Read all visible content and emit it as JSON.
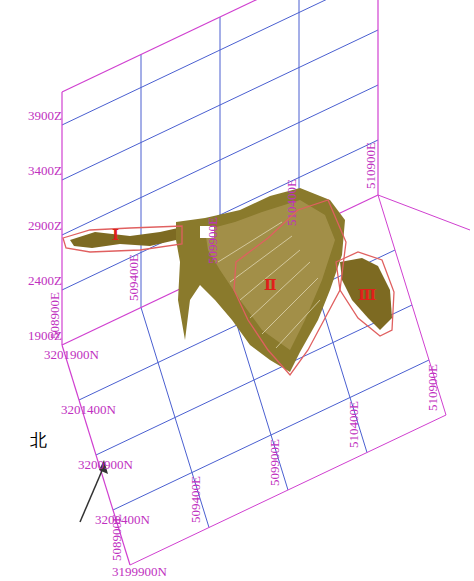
{
  "diagram": {
    "nodes": [
      {
        "text": [
          "Ⅰ"
        ]
      },
      {
        "text": [
          "Ⅱ"
        ]
      },
      {
        "text": [
          "Ⅲ"
        ]
      }
    ],
    "labels": [
      "3900Z",
      "3400Z",
      "2900Z",
      "2400Z",
      "1900Z",
      "508900E",
      "509400E",
      "509900E",
      "510400E",
      "510900E",
      "3201900N",
      "3201400N",
      "3200900N",
      "3200400N",
      "3199900N",
      "508900E",
      "509400E",
      "509900E",
      "510400E",
      "510900E",
      "北"
    ]
  }
}
